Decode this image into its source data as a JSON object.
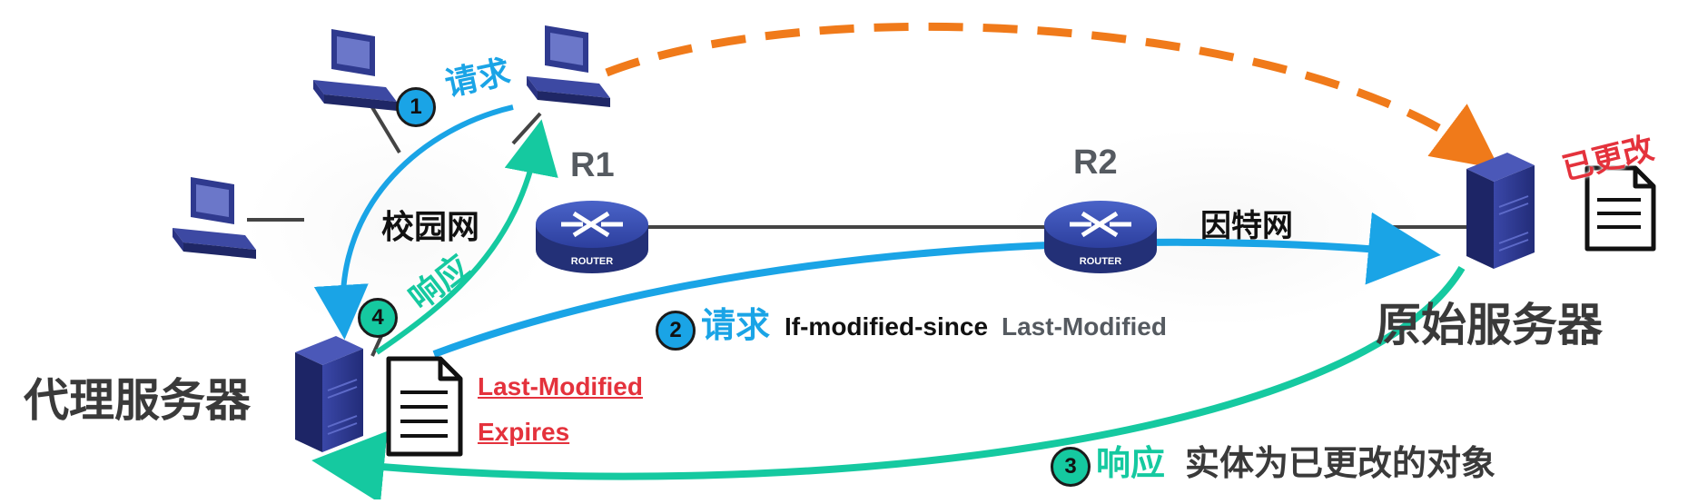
{
  "labels": {
    "proxy_server": "代理服务器",
    "origin_server": "原始服务器",
    "campus_net": "校园网",
    "internet": "因特网",
    "r1": "R1",
    "r2": "R2",
    "router_text": "ROUTER",
    "modified_stamp": "已更改"
  },
  "steps": {
    "s1": {
      "num": "1",
      "text": "请求"
    },
    "s2": {
      "num": "2",
      "text": "请求",
      "header": "If-modified-since",
      "value": "Last-Modified"
    },
    "s3": {
      "num": "3",
      "text": "响应",
      "desc": "实体为已更改的对象"
    },
    "s4": {
      "num": "4",
      "text": "响应"
    }
  },
  "cache_doc": {
    "line1": "Last-Modified",
    "line2": "Expires"
  },
  "colors": {
    "request_blue": "#1aa4e6",
    "response_teal": "#15c9a0",
    "direct_orange": "#f07a1a",
    "stamp_red": "#e4323c",
    "device_navy": "#2f3a8f"
  }
}
